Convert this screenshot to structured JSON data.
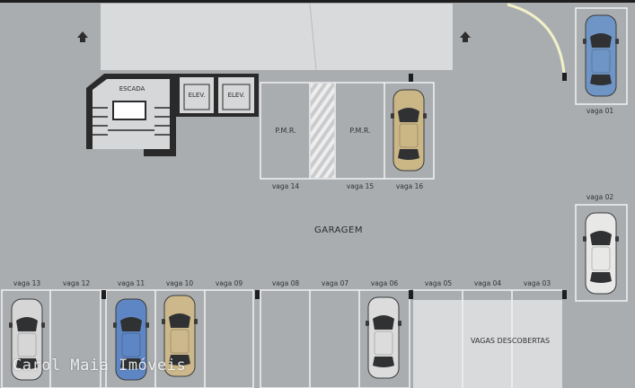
{
  "plan": {
    "garage_label": "GARAGEM",
    "stairs_label": "ESCADA",
    "elevators": [
      "ELEV.",
      "ELEV."
    ],
    "accessible_spots": [
      "P.M.R.",
      "P.M.R."
    ],
    "uncovered_label": "VAGAS DESCOBERTAS",
    "slots": [
      "vaga 01",
      "vaga 02",
      "vaga 03",
      "vaga 04",
      "vaga 05",
      "vaga 06",
      "vaga 07",
      "vaga 08",
      "vaga 09",
      "vaga 10",
      "vaga 11",
      "vaga 12",
      "vaga 13",
      "vaga 14",
      "vaga 15",
      "vaga 16"
    ]
  },
  "cars": [
    {
      "slot": "vaga 01",
      "color": "#6f95c6"
    },
    {
      "slot": "vaga 02",
      "color": "#e8e8e6"
    },
    {
      "slot": "vaga 06",
      "color": "#dcdcdc"
    },
    {
      "slot": "vaga 10",
      "color": "#cdb88c"
    },
    {
      "slot": "vaga 11",
      "color": "#5f86c4"
    },
    {
      "slot": "vaga 13",
      "color": "#d6d6d6"
    },
    {
      "slot": "vaga 16",
      "color": "#cbb686"
    }
  ],
  "watermark": "Carol Maia Imóveis"
}
